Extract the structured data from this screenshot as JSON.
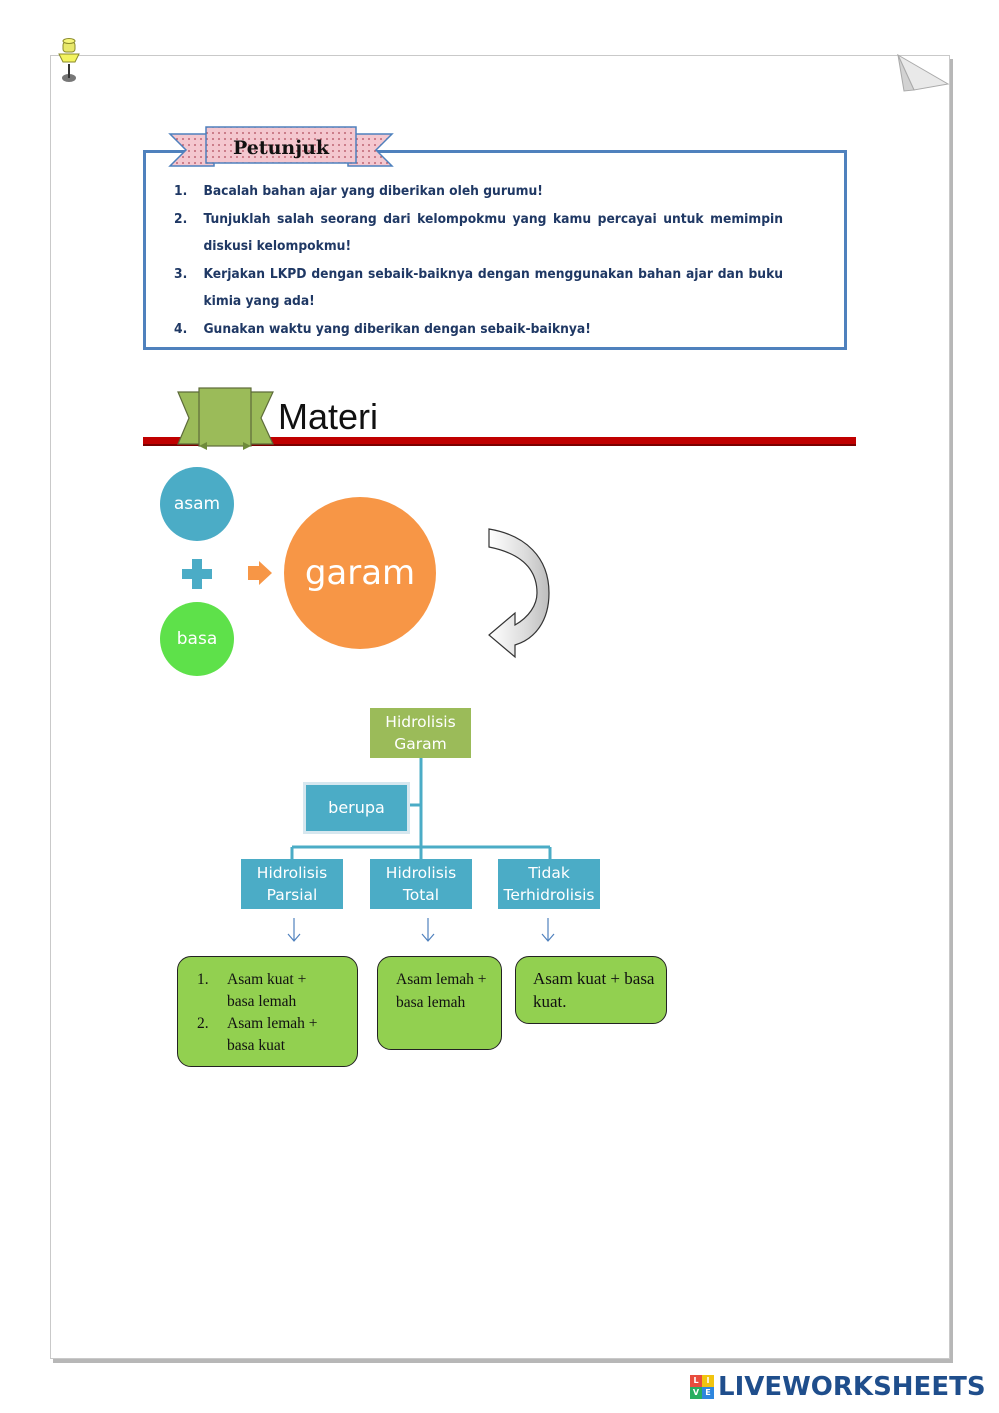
{
  "petunjuk": {
    "title": "Petunjuk",
    "items": [
      {
        "num": "1.",
        "text": "Bacalah bahan ajar yang diberikan oleh gurumu!"
      },
      {
        "num": "2.",
        "text": "Tunjuklah salah seorang dari kelompokmu yang kamu percayai untuk memimpin diskusi kelompokmu!"
      },
      {
        "num": "3.",
        "text": "Kerjakan LKPD dengan sebaik-baiknya dengan menggunakan bahan ajar dan buku kimia yang ada!"
      },
      {
        "num": "4.",
        "text": "Gunakan waktu yang diberikan dengan sebaik-baiknya!"
      }
    ]
  },
  "materi": {
    "title": "Materi",
    "circles": {
      "asam": "asam",
      "basa": "basa",
      "garam": "garam"
    }
  },
  "chart": {
    "root": "Hidrolisis Garam",
    "assistant": "berupa",
    "children": [
      {
        "label": "Hidrolisis Parsial"
      },
      {
        "label": "Hidrolisis Total"
      },
      {
        "label": "Tidak Terhidrolisis"
      }
    ],
    "answers": {
      "parsial": [
        {
          "num": "1.",
          "text": "Asam kuat + basa lemah"
        },
        {
          "num": "2.",
          "text": "Asam lemah + basa kuat"
        }
      ],
      "total": "Asam lemah + basa lemah",
      "tidak": "Asam kuat + basa kuat."
    }
  },
  "brand": {
    "logo_letters": [
      "L",
      "I",
      "V",
      "E"
    ],
    "text": "LIVEWORKSHEETS"
  },
  "colors": {
    "blue_border": "#4f81bd",
    "red_line": "#c00000",
    "teal": "#4bacc6",
    "olive_green": "#9bbb59",
    "orange": "#f79646",
    "bright_green": "#5ee14a",
    "answer_green": "#92d050",
    "brand_blue": "#1f4e8c"
  }
}
